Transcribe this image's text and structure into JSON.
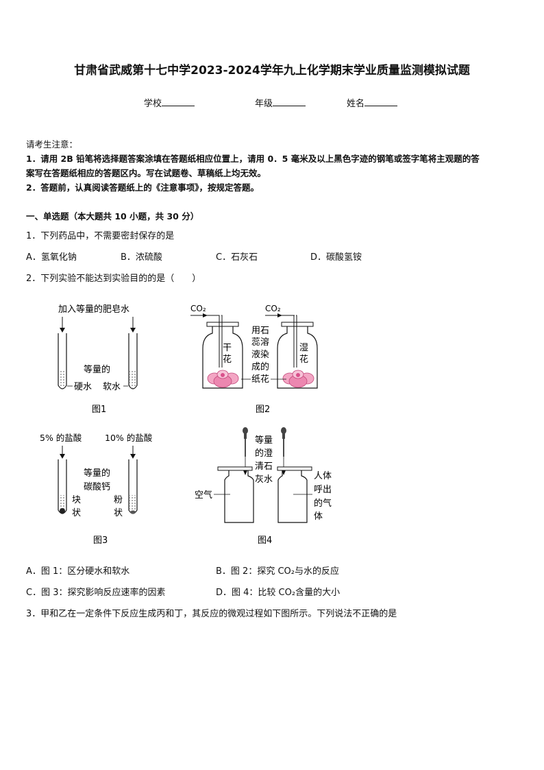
{
  "header": {
    "title": "甘肃省武威第十七中学2023-2024学年九上化学期末学业质量监测模拟试题",
    "school_label": "学校",
    "grade_label": "年级",
    "name_label": "姓名"
  },
  "notice": {
    "heading": "请考生注意：",
    "line1": "1．请用 2B 铅笔将选择题答案涂填在答题纸相应位置上，请用 0．5 毫米及以上黑色字迹的钢笔或签字笔将主观题的答",
    "line2": "案写在答题纸相应的答题区内。写在试题卷、草稿纸上均无效。",
    "line3": "2．答题前，认真阅读答题纸上的《注意事项》，按规定答题。"
  },
  "section1": {
    "heading": "一、单选题（本大题共 10 小题，共 30 分）"
  },
  "q1": {
    "stem": "1．下列药品中，不需要密封保存的是",
    "options": [
      "A．氢氧化钠",
      "B．浓硫酸",
      "C．石灰石",
      "D．碳酸氢铵"
    ]
  },
  "q2": {
    "stem": "2．下列实验不能达到实验目的的是（　　）",
    "fig1": {
      "top_label": "加入等量的肥皂水",
      "mid_label": "等量的",
      "left_label": "硬水",
      "right_label": "软水",
      "caption": "图1"
    },
    "fig2": {
      "co2_left": "CO₂",
      "co2_right": "CO₂",
      "dry": [
        "干",
        "花"
      ],
      "wet": [
        "湿",
        "花"
      ],
      "middle": [
        "用石",
        "蕊溶",
        "液染",
        "成的",
        "纸花"
      ],
      "caption": "图2"
    },
    "fig3": {
      "acid_left": "5% 的盐酸",
      "acid_right": "10% 的盐酸",
      "mid": [
        "等量的",
        "碳酸钙"
      ],
      "left": [
        "块",
        "状"
      ],
      "right": [
        "粉",
        "状"
      ],
      "caption": "图3"
    },
    "fig4": {
      "top": [
        "等量",
        "的澄",
        "清石",
        "灰水"
      ],
      "left": "空气",
      "right": [
        "人体",
        "呼出",
        "的气",
        "体"
      ],
      "caption": "图4"
    },
    "options": [
      "A．图 1：区分硬水和软水",
      "B．图 2：探究 CO₂与水的反应",
      "C．图 3：探究影响反应速率的因素",
      "D．图 4：比较 CO₂含量的大小"
    ]
  },
  "q3": {
    "stem": "3．甲和乙在一定条件下反应生成丙和丁，其反应的微观过程如下图所示。下列说法不正确的是"
  }
}
